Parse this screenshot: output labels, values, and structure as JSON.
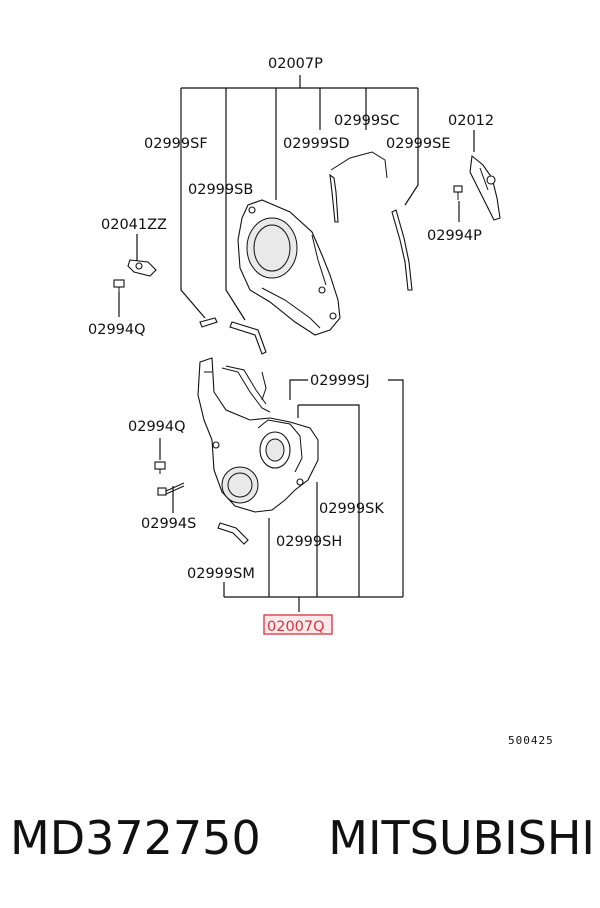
{
  "diagram": {
    "callouts": {
      "p02007P": "02007P",
      "p02999SC": "02999SC",
      "p02012": "02012",
      "p02999SF": "02999SF",
      "p02999SD": "02999SD",
      "p02999SE": "02999SE",
      "p02999SB": "02999SB",
      "p02041ZZ": "02041ZZ",
      "p02994P": "02994P",
      "p02994Q_top": "02994Q",
      "p02999SJ": "02999SJ",
      "p02994Q_mid": "02994Q",
      "p02999SK": "02999SK",
      "p02994S": "02994S",
      "p02999SH": "02999SH",
      "p02999SM": "02999SM",
      "p02007Q": "02007Q"
    },
    "highlighted_part": "02007Q",
    "highlight_color": "#d8333f",
    "reference_code": "500425"
  },
  "caption": {
    "part_number": "MD372750",
    "brand": "MITSUBISHI"
  }
}
